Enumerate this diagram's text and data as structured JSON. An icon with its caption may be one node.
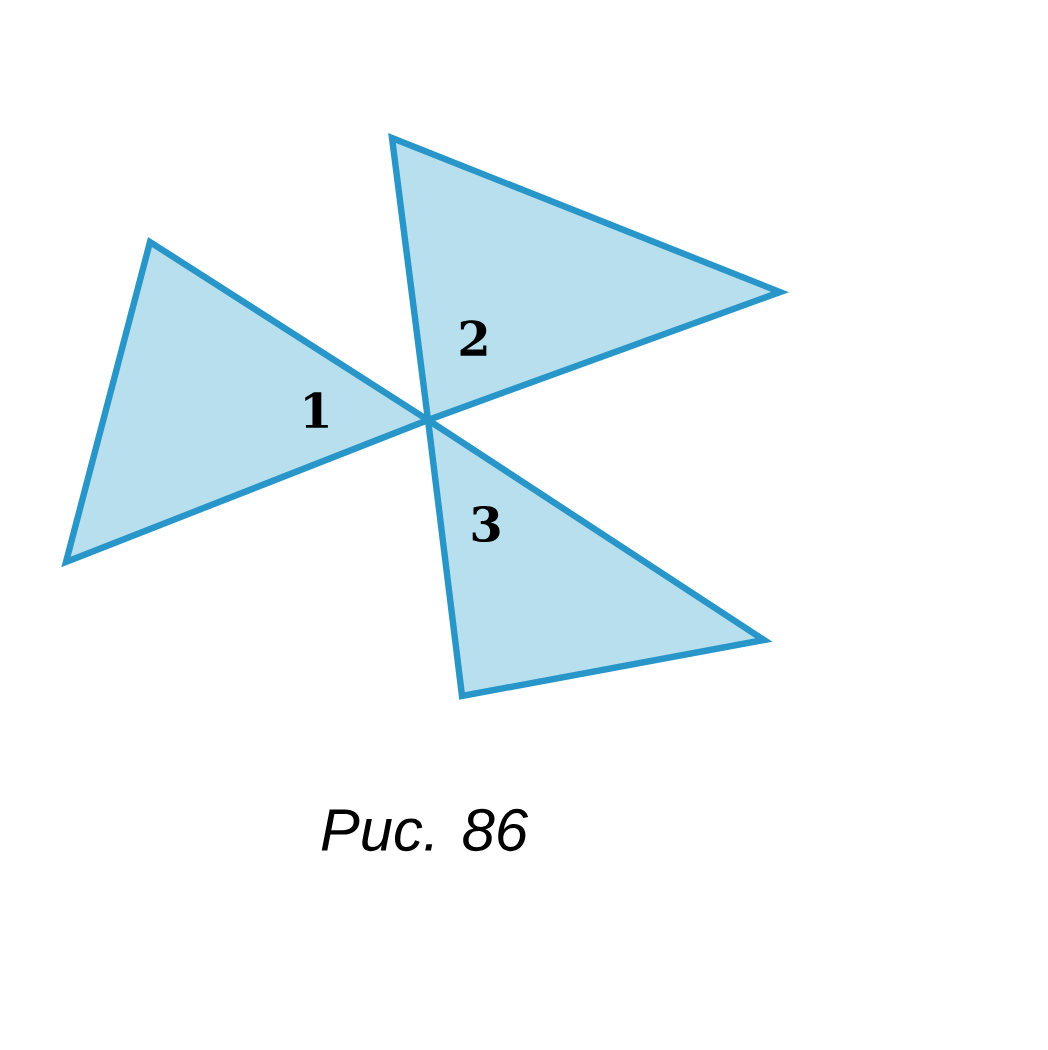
{
  "diagram": {
    "caption": "Рис. 86",
    "nodes": [
      {
        "text": [
          "1"
        ]
      },
      {
        "text": [
          "2"
        ]
      },
      {
        "text": [
          "3"
        ]
      }
    ]
  }
}
